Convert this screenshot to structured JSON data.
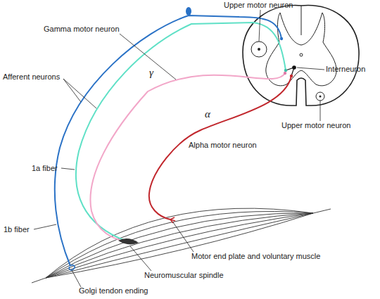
{
  "diagram": {
    "labels": [
      "Upper motor neuron",
      "Gamma motor neuron",
      "Interneuron",
      "γ",
      "Afferent neurons",
      "Upper motor neuron",
      "α",
      "Alpha motor neuron",
      "1a fiber",
      "1b fiber",
      "Motor end plate and voluntary muscle",
      "Neuromuscular spindle",
      "Golgi tendon ending"
    ]
  }
}
